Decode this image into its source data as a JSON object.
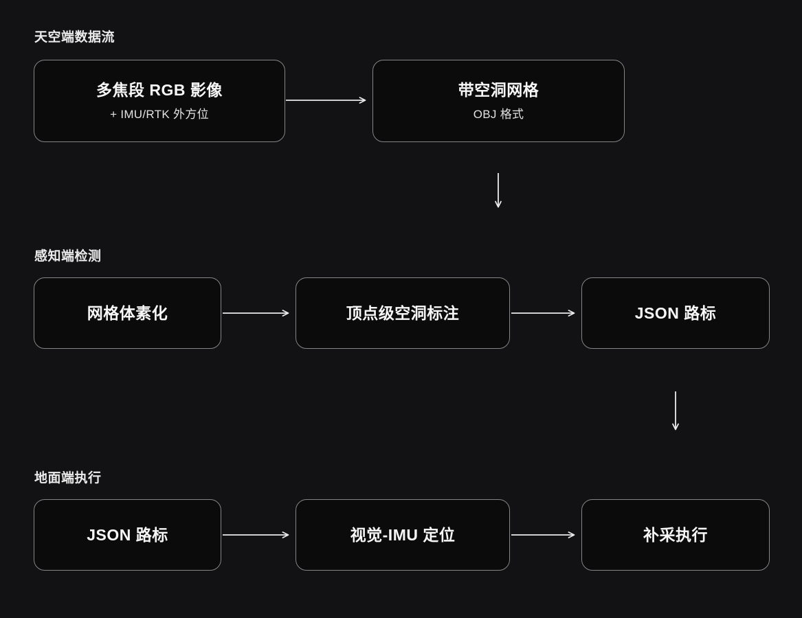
{
  "page": {
    "background": "#121214",
    "box_fill": "#0b0b0c",
    "box_border": "#868686",
    "text_color": "#f7f7f7",
    "arrow_color": "#ececec"
  },
  "sections": [
    {
      "title": "天空端数据流",
      "nodes": [
        {
          "title": "多焦段 RGB 影像",
          "subtitle": "+ IMU/RTK 外方位"
        },
        {
          "title": "带空洞网格",
          "subtitle": "OBJ 格式"
        }
      ]
    },
    {
      "title": "感知端检测",
      "nodes": [
        {
          "title": "网格体素化"
        },
        {
          "title": "顶点级空洞标注"
        },
        {
          "title": "JSON 路标"
        }
      ]
    },
    {
      "title": "地面端执行",
      "nodes": [
        {
          "title": "JSON 路标"
        },
        {
          "title": "视觉-IMU 定位"
        },
        {
          "title": "补采执行"
        }
      ]
    }
  ]
}
